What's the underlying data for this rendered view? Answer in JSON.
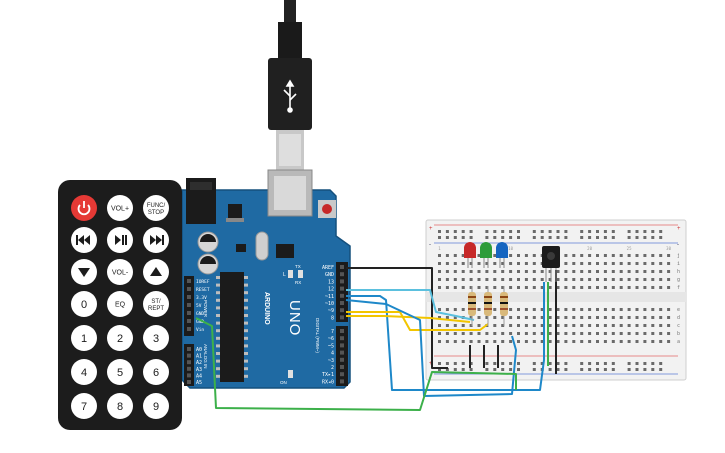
{
  "remote": {
    "buttons": [
      {
        "id": "power",
        "label": "",
        "icon": "power-icon"
      },
      {
        "id": "vol-up",
        "label": "VOL+"
      },
      {
        "id": "func-stop",
        "label": "FUNC/",
        "label2": "STOP"
      },
      {
        "id": "prev",
        "label": "",
        "icon": "rewind-icon"
      },
      {
        "id": "play-pause",
        "label": "",
        "icon": "play-pause-icon"
      },
      {
        "id": "next",
        "label": "",
        "icon": "fast-forward-icon"
      },
      {
        "id": "down",
        "label": "",
        "icon": "down-triangle-icon"
      },
      {
        "id": "vol-down",
        "label": "VOL-"
      },
      {
        "id": "up",
        "label": "",
        "icon": "up-triangle-icon"
      },
      {
        "id": "digit-0",
        "label": "0"
      },
      {
        "id": "eq",
        "label": "EQ"
      },
      {
        "id": "st-rept",
        "label": "ST/",
        "label2": "REPT"
      },
      {
        "id": "digit-1",
        "label": "1"
      },
      {
        "id": "digit-2",
        "label": "2"
      },
      {
        "id": "digit-3",
        "label": "3"
      },
      {
        "id": "digit-4",
        "label": "4"
      },
      {
        "id": "digit-5",
        "label": "5"
      },
      {
        "id": "digit-6",
        "label": "6"
      },
      {
        "id": "digit-7",
        "label": "7"
      },
      {
        "id": "digit-8",
        "label": "8"
      },
      {
        "id": "digit-9",
        "label": "9"
      }
    ]
  },
  "arduino": {
    "brand": "ARDUINO",
    "model": "UNO",
    "digital_label": "DIGITAL (PWM~)",
    "analog_label": "ANALOG IN",
    "power_label": "POWER",
    "tx_label": "TX",
    "rx_label": "RX",
    "led_l_label": "L",
    "on_label": "ON",
    "digital_pins": [
      "AREF",
      "GND",
      "13",
      "12",
      "~11",
      "~10",
      "~9",
      "8",
      "7",
      "~6",
      "~5",
      "4",
      "~3",
      "2",
      "TX▸1",
      "RX◂0"
    ],
    "power_pins": [
      "IOREF",
      "RESET",
      "3.3V",
      "5V",
      "GND",
      "GND",
      "Vin"
    ],
    "analog_pins": [
      "A0",
      "A1",
      "A2",
      "A3",
      "A4",
      "A5"
    ]
  },
  "breadboard": {
    "row_labels_top": [
      "j",
      "i",
      "h",
      "g",
      "f"
    ],
    "row_labels_bottom": [
      "e",
      "d",
      "c",
      "b",
      "a"
    ],
    "rail_plus": "+",
    "rail_minus": "-",
    "column_numbers": [
      "1",
      "5",
      "10",
      "15",
      "20",
      "25",
      "30"
    ]
  },
  "colors": {
    "arduino_board": "#1f6aa3",
    "remote_body": "#1c1c1c",
    "power_button": "#e53935",
    "breadboard": "#f2f2f2",
    "wire_black": "#222222",
    "wire_blue": "#1e88c9",
    "wire_cyan": "#5bc0de",
    "wire_yellow": "#f2c500",
    "wire_green": "#3cb04a",
    "led_red": "#c62828",
    "led_green": "#2e9c3a",
    "led_blue": "#1565c0"
  }
}
